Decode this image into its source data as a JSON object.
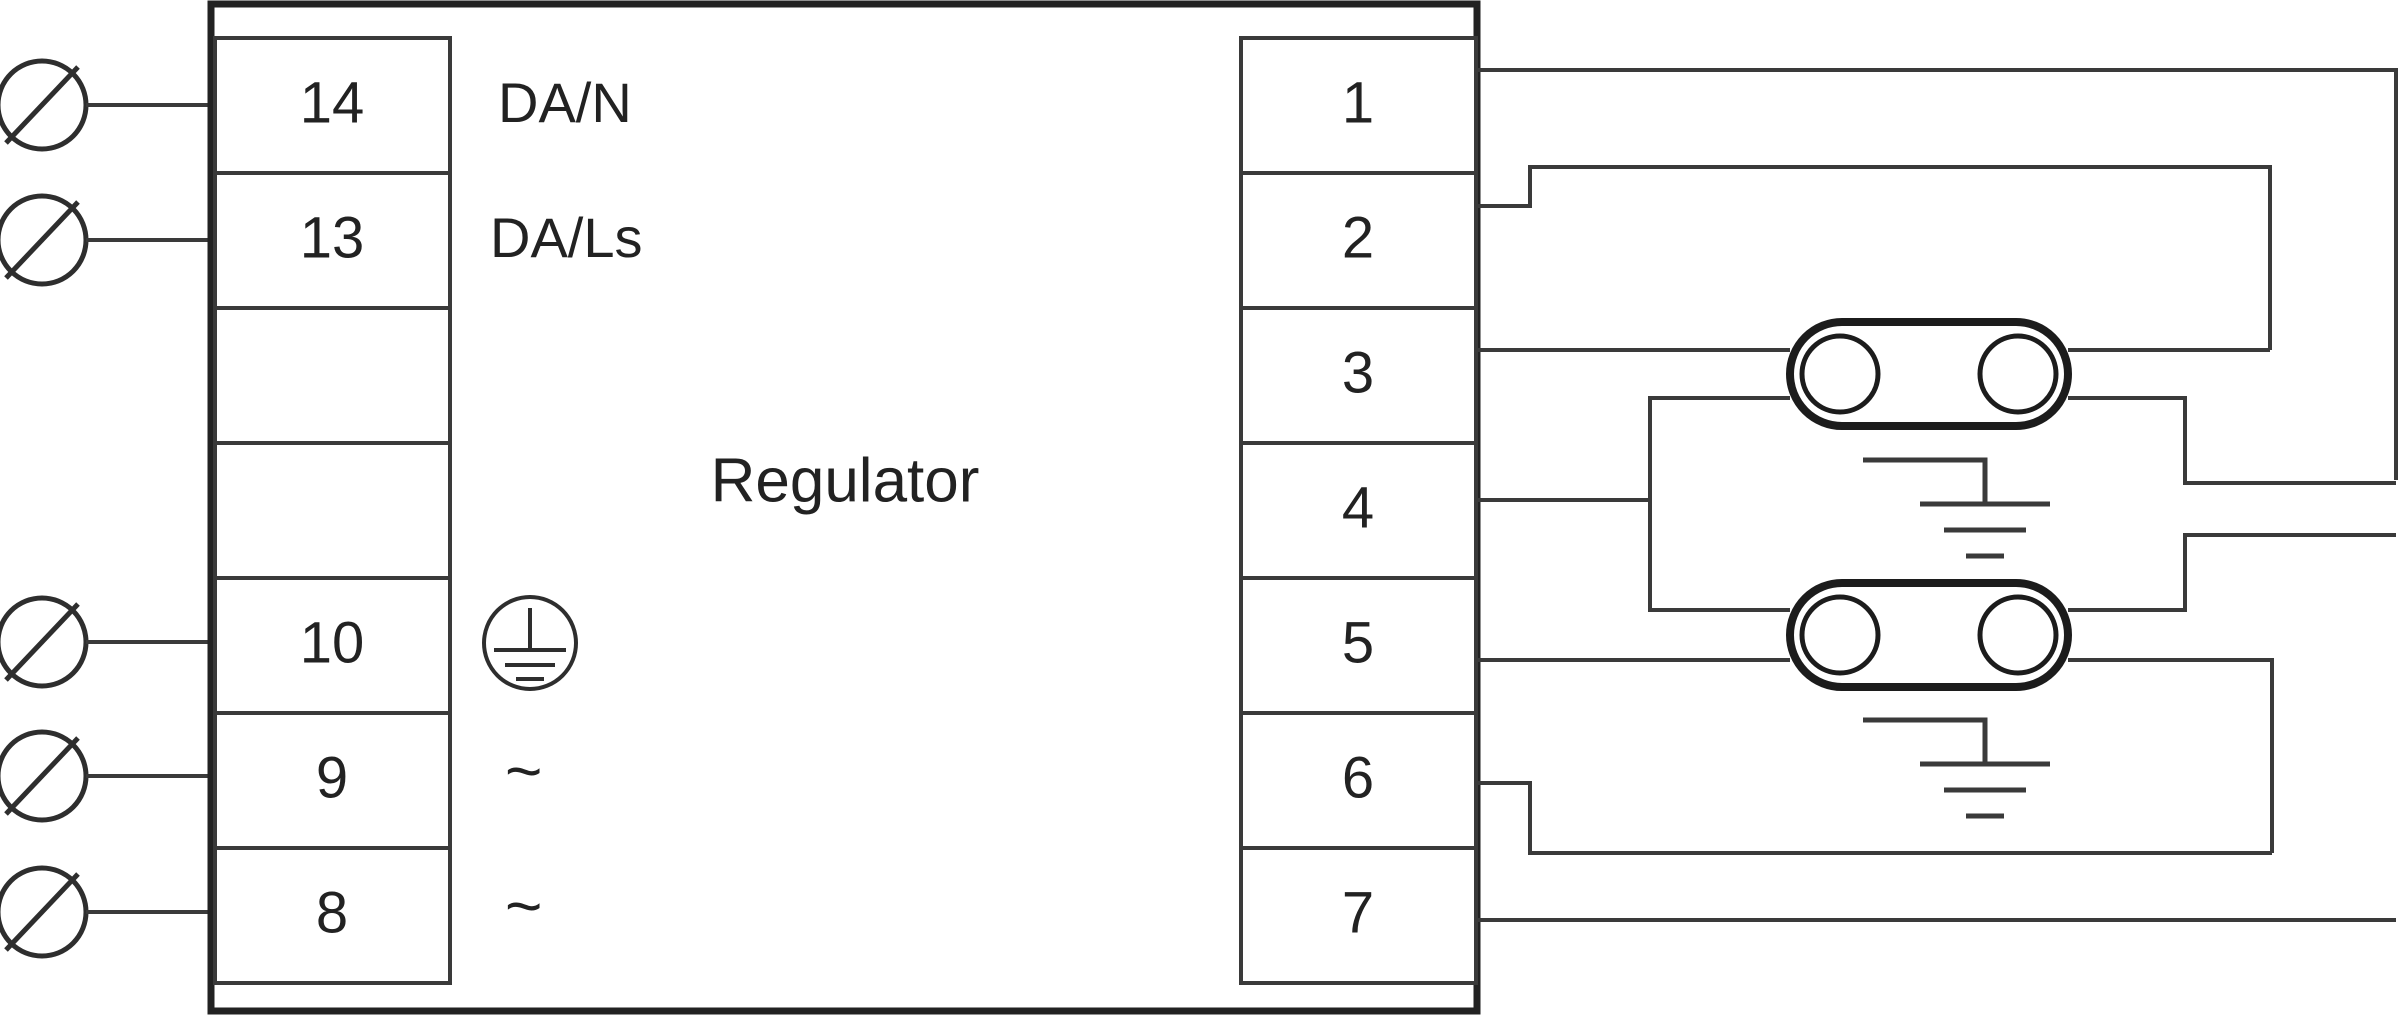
{
  "diagram": {
    "title": "Regulator",
    "device_label": "Regulator"
  },
  "left_terminals": {
    "name": "left-terminal-block",
    "cells": [
      {
        "number": "14",
        "signal_label": "DA/N",
        "has_external_wire": true,
        "symbol": ""
      },
      {
        "number": "13",
        "signal_label": "DA/Ls",
        "has_external_wire": true,
        "symbol": ""
      },
      {
        "number": "",
        "signal_label": "",
        "has_external_wire": false,
        "symbol": ""
      },
      {
        "number": "",
        "signal_label": "",
        "has_external_wire": false,
        "symbol": ""
      },
      {
        "number": "10",
        "signal_label": "",
        "has_external_wire": true,
        "symbol": "protective-earth"
      },
      {
        "number": "9",
        "signal_label": "~",
        "has_external_wire": true,
        "symbol": "ac"
      },
      {
        "number": "8",
        "signal_label": "~",
        "has_external_wire": true,
        "symbol": "ac"
      }
    ]
  },
  "right_terminals": {
    "name": "right-terminal-block",
    "cells": [
      {
        "number": "1"
      },
      {
        "number": "2"
      },
      {
        "number": "3"
      },
      {
        "number": "4"
      },
      {
        "number": "5"
      },
      {
        "number": "6"
      },
      {
        "number": "7"
      }
    ]
  },
  "lamps": [
    {
      "name": "lamp-upper",
      "type": "fluorescent-tube",
      "has_earth_symbol": true
    },
    {
      "name": "lamp-lower",
      "type": "fluorescent-tube",
      "has_earth_symbol": true
    }
  ],
  "symbols": {
    "external_terminal": "slashed-circle",
    "ac_symbol": "~",
    "earth_symbol": "ground",
    "protective_earth_symbol": "protective-earth-circle"
  },
  "colors": {
    "wire": "#3a3a3a",
    "outline": "#222222",
    "lamp": "#1c1c1c",
    "background": "#ffffff",
    "text": "#222222"
  }
}
